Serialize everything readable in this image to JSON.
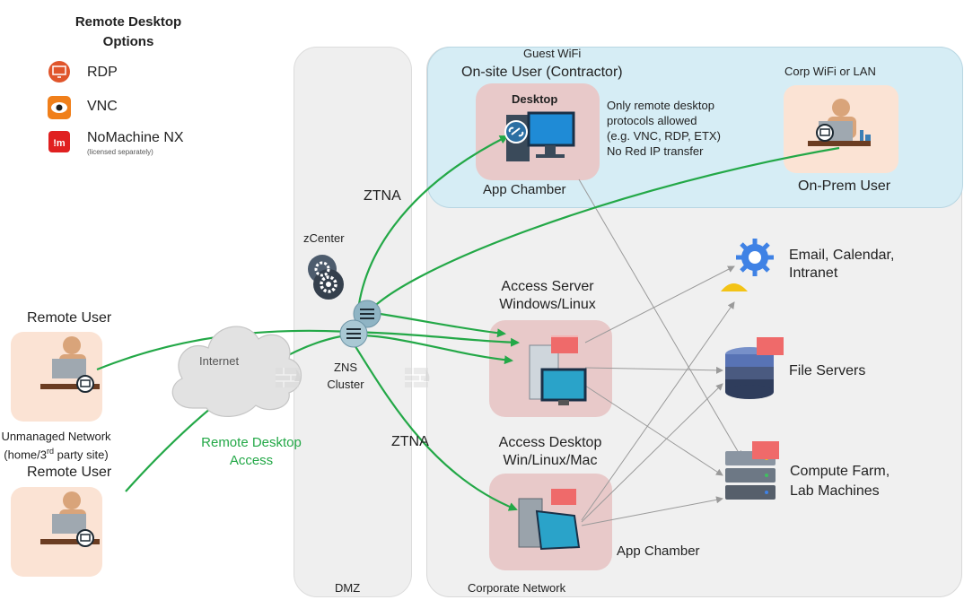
{
  "legend": {
    "title_line1": "Remote Desktop",
    "title_line2": "Options",
    "items": [
      {
        "icon": "rdp-icon",
        "label": "RDP",
        "color": "#e0552b"
      },
      {
        "icon": "vnc-icon",
        "label": "VNC",
        "color": "#f07f1a"
      },
      {
        "icon": "nomachine-icon",
        "label": "NoMachine NX",
        "sublabel": "(licensed separately)",
        "color": "#e02020"
      }
    ]
  },
  "dmz": {
    "label": "DMZ",
    "ztna_top": "ZTNA",
    "ztna_bottom": "ZTNA",
    "zcenter": "zCenter",
    "zns_line1": "ZNS",
    "zns_line2": "Cluster"
  },
  "internet": {
    "label": "Internet"
  },
  "remote_users": {
    "user1_label": "Remote User",
    "network_line1": "Unmanaged Network",
    "network_line2_pre": "(home/3",
    "network_line2_sup": "rd",
    "network_line2_post": " party site)",
    "user2_label": "Remote User",
    "access_line1": "Remote Desktop",
    "access_line2": "Access"
  },
  "onsite": {
    "guest_wifi": "Guest WiFi",
    "title": "On-site User (Contractor)",
    "desktop_label": "Desktop",
    "chamber_label": "App Chamber",
    "note_lines": [
      "Only remote desktop",
      "protocols allowed",
      "(e.g. VNC, RDP, ETX)",
      "No Red IP transfer"
    ],
    "corp_wifi": "Corp WiFi or LAN",
    "onprem_label": "On-Prem User"
  },
  "corporate": {
    "network_label": "Corporate Network",
    "access_server_line1": "Access Server",
    "access_server_line2": "Windows/Linux",
    "access_desktop_line1": "Access Desktop",
    "access_desktop_line2": "Win/Linux/Mac",
    "chamber_label": "App Chamber",
    "email_line1": "Email, Calendar,",
    "email_line2": "Intranet",
    "file_servers": "File Servers",
    "compute_line1": "Compute Farm,",
    "compute_line2": "Lab Machines"
  },
  "colors": {
    "green_flow": "#23a847",
    "gray_flow": "#9a9a9a",
    "dmz_bg": "#efefef",
    "corp_bg": "#f0f0f0",
    "onsite_bg": "#d6edf5",
    "chamber_bg": "#e8c9c9",
    "user_bg": "#fbe3d4"
  }
}
